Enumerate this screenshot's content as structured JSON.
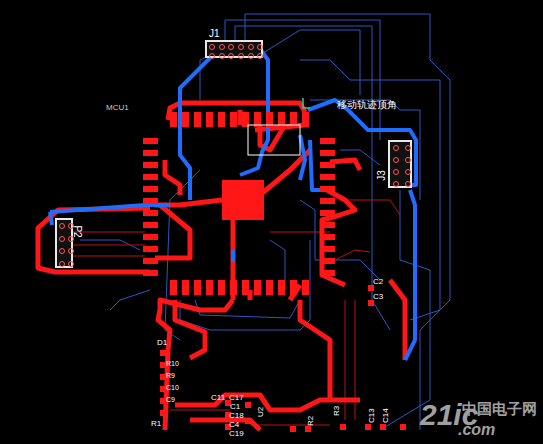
{
  "diagram": {
    "nodes": [
      {
        "text": [
          "J1"
        ]
      },
      {
        "text": [
          "J3"
        ]
      },
      {
        "text": [
          "P2"
        ]
      }
    ],
    "labels": [
      "MCU1",
      "移动轨迹顶角",
      "C2",
      "C3",
      "D1",
      "R10",
      "R9",
      "C10",
      "C9",
      "R1",
      "C11",
      "C17",
      "C1",
      "C18",
      "C4",
      "C19",
      "U2",
      "R2",
      "R3",
      "C13",
      "C14",
      "21ic",
      ".com",
      "中国电子网"
    ]
  }
}
